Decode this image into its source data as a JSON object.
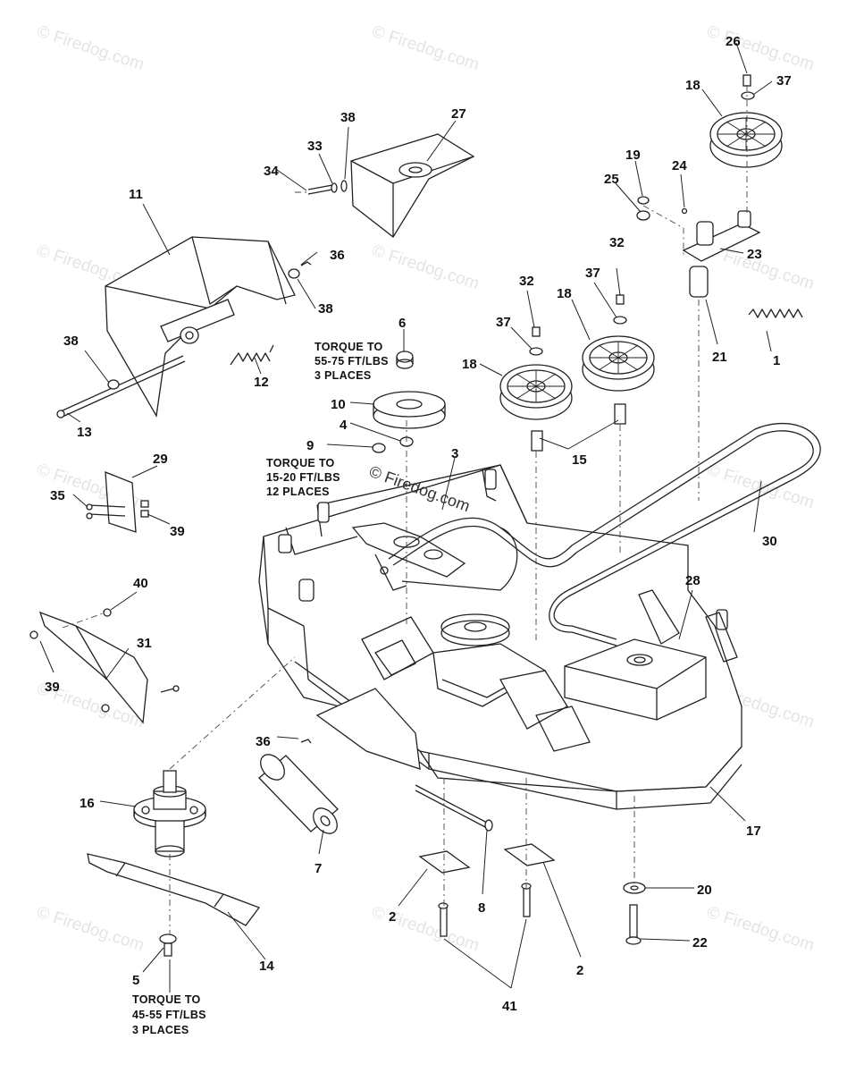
{
  "callouts": {
    "c1": "1",
    "c2a": "2",
    "c2b": "2",
    "c3": "3",
    "c4": "4",
    "c5": "5",
    "c6": "6",
    "c7": "7",
    "c8": "8",
    "c9": "9",
    "c10": "10",
    "c11": "11",
    "c12": "12",
    "c13": "13",
    "c14": "14",
    "c15": "15",
    "c16": "16",
    "c17": "17",
    "c18a": "18",
    "c18b": "18",
    "c18c": "18",
    "c19": "19",
    "c20": "20",
    "c21": "21",
    "c22": "22",
    "c23": "23",
    "c24": "24",
    "c25": "25",
    "c26": "26",
    "c27": "27",
    "c28": "28",
    "c29": "29",
    "c30": "30",
    "c31": "31",
    "c32a": "32",
    "c32b": "32",
    "c33": "33",
    "c34": "34",
    "c35": "35",
    "c36a": "36",
    "c36b": "36",
    "c37a": "37",
    "c37b": "37",
    "c37c": "37",
    "c38a": "38",
    "c38b": "38",
    "c38c": "38",
    "c39a": "39",
    "c39b": "39",
    "c40": "40",
    "c41": "41"
  },
  "notes": {
    "torque_top": [
      "TORQUE TO",
      "55-75 FT/LBS",
      "3 PLACES"
    ],
    "torque_mid": [
      "TORQUE TO",
      "15-20 FT/LBS",
      "12 PLACES"
    ],
    "torque_bottom": [
      "TORQUE TO",
      "45-55 FT/LBS",
      "3 PLACES"
    ]
  },
  "watermark": {
    "center_text": "© Firedog.com",
    "tile_text": "© Firedog.com"
  }
}
